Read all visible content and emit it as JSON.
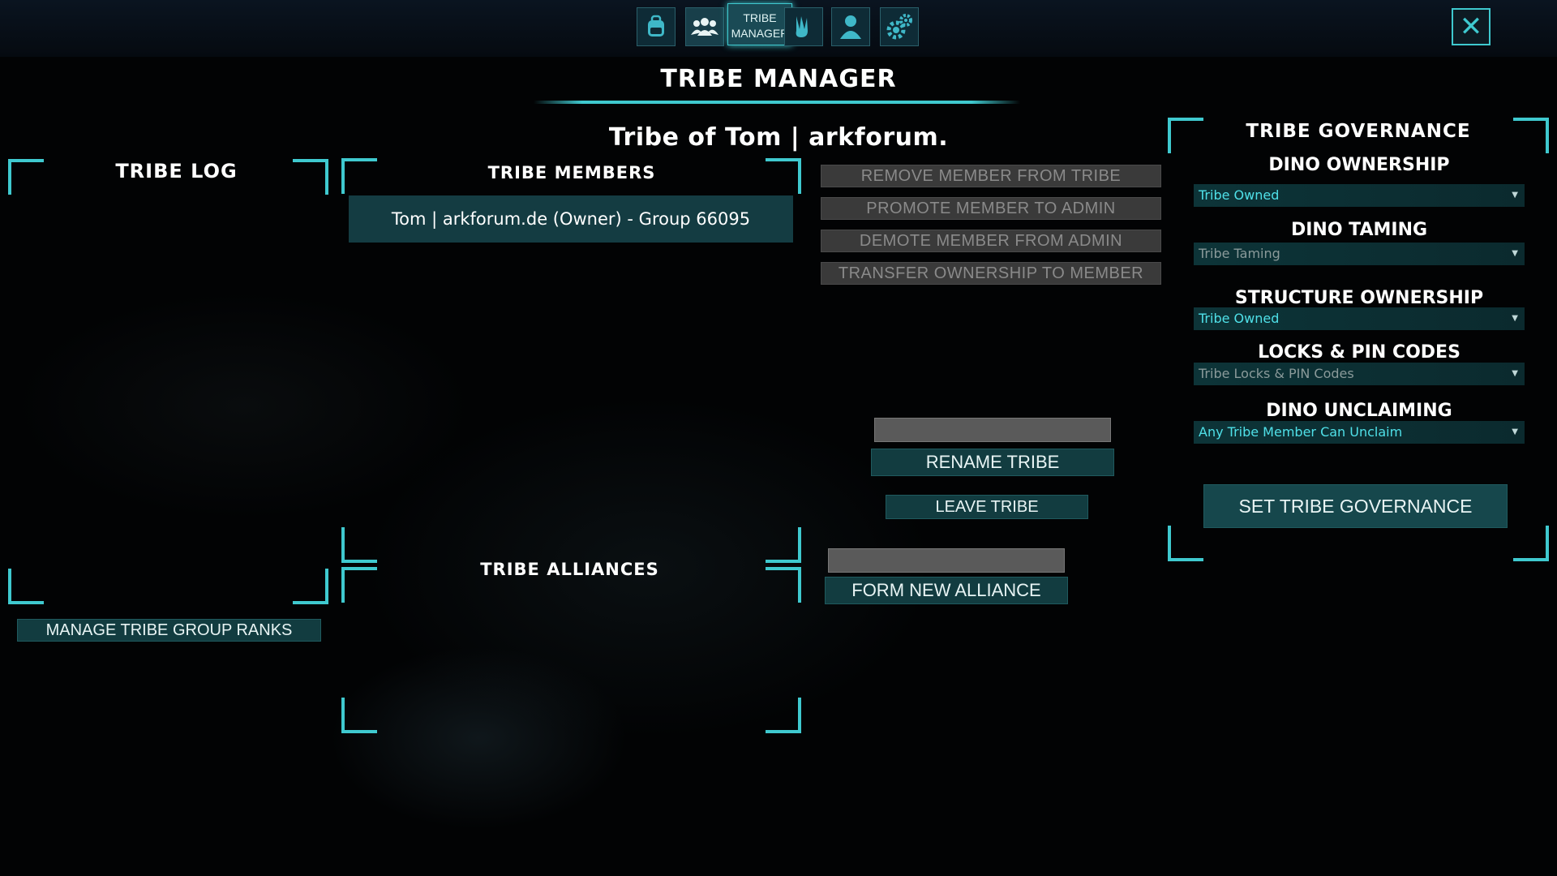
{
  "topbar": {
    "icons": [
      "backpack-icon",
      "tribe-group-icon",
      "dino-claw-icon",
      "character-icon",
      "settings-gear-icon"
    ],
    "active_tab_line1": "TRIBE",
    "active_tab_line2": "MANAGER",
    "close_symbol": "✕"
  },
  "page_title": "TRIBE  MANAGER",
  "tribe_name": "Tribe  of  Tom  |  arkforum.",
  "tribe_log": {
    "title": "TRIBE  LOG",
    "manage_ranks_label": "MANAGE TRIBE GROUP RANKS"
  },
  "members": {
    "title": "TRIBE  MEMBERS",
    "list": [
      "Tom | arkforum.de (Owner) - Group 66095"
    ]
  },
  "member_actions": {
    "remove": "REMOVE MEMBER FROM TRIBE",
    "promote": "PROMOTE MEMBER TO ADMIN",
    "demote": "DEMOTE MEMBER FROM ADMIN",
    "transfer": "TRANSFER OWNERSHIP TO MEMBER"
  },
  "tribe_actions": {
    "rename_value": "",
    "rename_label": "RENAME TRIBE",
    "leave_label": "LEAVE TRIBE",
    "alliance_value": "",
    "form_alliance_label": "FORM NEW ALLIANCE"
  },
  "alliances": {
    "title": "TRIBE  ALLIANCES"
  },
  "governance": {
    "title": "TRIBE  GOVERNANCE",
    "dino_ownership_label": "DINO OWNERSHIP",
    "dino_ownership_value": "Tribe Owned",
    "dino_taming_label": "DINO TAMING",
    "dino_taming_value": "Tribe Taming",
    "structure_ownership_label": "STRUCTURE OWNERSHIP",
    "structure_ownership_value": "Tribe Owned",
    "locks_label": "LOCKS & PIN CODES",
    "locks_value": "Tribe Locks & PIN Codes",
    "unclaiming_label": "DINO UNCLAIMING",
    "unclaiming_value": "Any Tribe Member Can Unclaim",
    "set_button_label": "SET TRIBE GOVERNANCE"
  },
  "colors": {
    "accent": "#3fc9cf",
    "dropdown_active_text": "#4fe0e8",
    "dropdown_disabled_text": "#8a9a9a"
  }
}
